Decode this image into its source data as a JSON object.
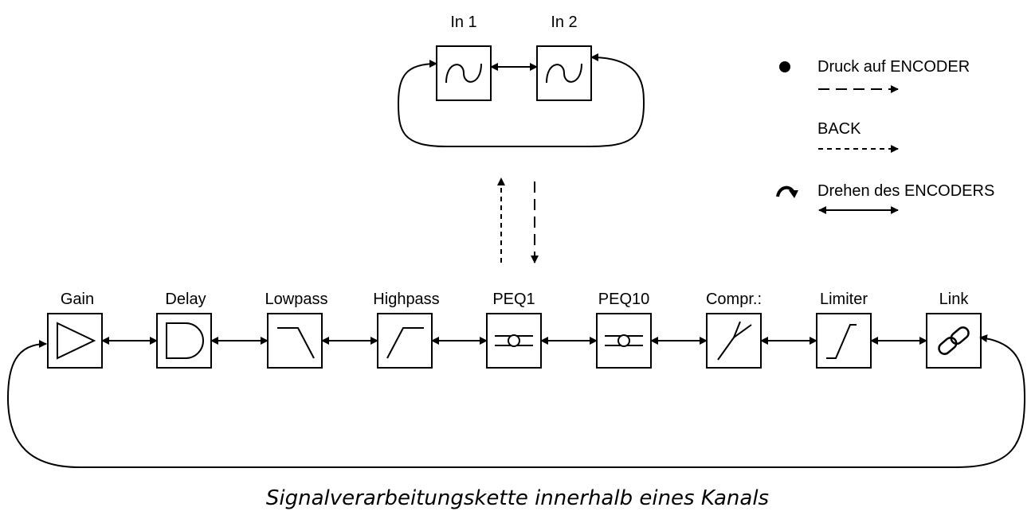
{
  "inputs": [
    {
      "label": "In 1",
      "icon": "sine-wave-icon"
    },
    {
      "label": "In 2",
      "icon": "sine-wave-icon"
    }
  ],
  "blocks": [
    {
      "label": "Gain",
      "icon": "amplifier-triangle-icon"
    },
    {
      "label": "Delay",
      "icon": "delay-d-shape-icon"
    },
    {
      "label": "Lowpass",
      "icon": "lowpass-curve-icon"
    },
    {
      "label": "Highpass",
      "icon": "highpass-curve-icon"
    },
    {
      "label": "PEQ1",
      "icon": "parametric-eq-icon"
    },
    {
      "label": "PEQ10",
      "icon": "parametric-eq-icon"
    },
    {
      "label": "Compr.:",
      "icon": "compressor-curve-icon"
    },
    {
      "label": "Limiter",
      "icon": "limiter-curve-icon"
    },
    {
      "label": "Link",
      "icon": "link-chain-icon"
    }
  ],
  "legend": {
    "press": {
      "label": "Druck auf ENCODER",
      "icon": "filled-dot-icon"
    },
    "back": {
      "label": "BACK"
    },
    "turn": {
      "label": "Drehen des ENCODERS",
      "icon": "curved-arrow-icon"
    }
  },
  "caption": "Signalverarbeitungskette innerhalb eines Kanals"
}
